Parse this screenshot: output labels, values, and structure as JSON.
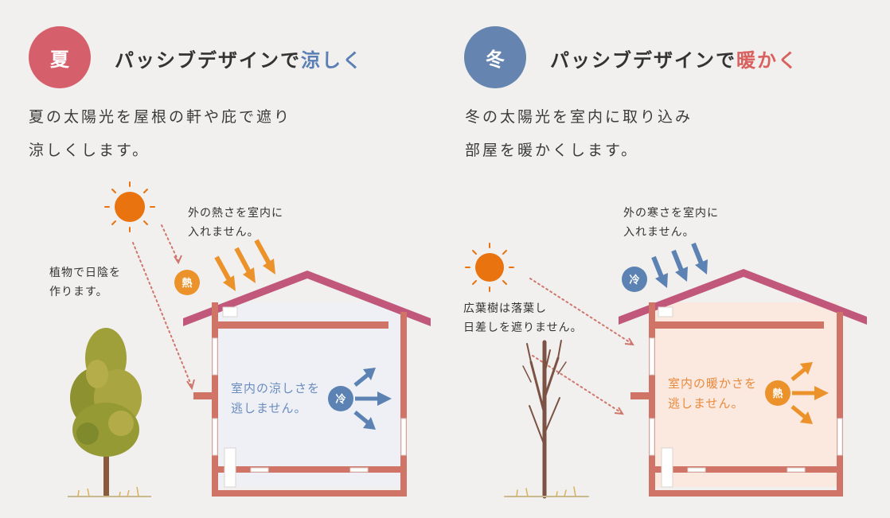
{
  "colors": {
    "summer_badge": "#d55f6a",
    "winter_badge": "#6585b0",
    "summer_accent": "#5b7fb5",
    "winter_accent": "#d9605d",
    "wall": "#d07468",
    "roof": "#c1587b",
    "sun": "#e8730f",
    "arrow_orange": "#ec922b",
    "arrow_blue": "#5b82b3",
    "summer_interior": "#eef0f6",
    "winter_interior": "#fbe8df"
  },
  "summer": {
    "badge": "夏",
    "title_prefix": "パッシブデザインで",
    "title_accent": "涼しく",
    "desc_line1": "夏の太陽光を屋根の軒や庇で遮り",
    "desc_line2": "涼しくします。",
    "note_roof_line1": "外の熱さを室内に",
    "note_roof_line2": "入れません。",
    "note_tree_line1": "植物で日陰を",
    "note_tree_line2": "作ります。",
    "inner_line1": "室内の涼しさを",
    "inner_line2": "逃しません。",
    "outside_tag": "熱",
    "inside_tag": "冷"
  },
  "winter": {
    "badge": "冬",
    "title_prefix": "パッシブデザインで",
    "title_accent": "暖かく",
    "desc_line1": "冬の太陽光を室内に取り込み",
    "desc_line2": "部屋を暖かくします。",
    "note_roof_line1": "外の寒さを室内に",
    "note_roof_line2": "入れません。",
    "note_tree_line1": "広葉樹は落葉し",
    "note_tree_line2": "日差しを遮りません。",
    "inner_line1": "室内の暖かさを",
    "inner_line2": "逃しません。",
    "outside_tag": "冷",
    "inside_tag": "熱"
  }
}
